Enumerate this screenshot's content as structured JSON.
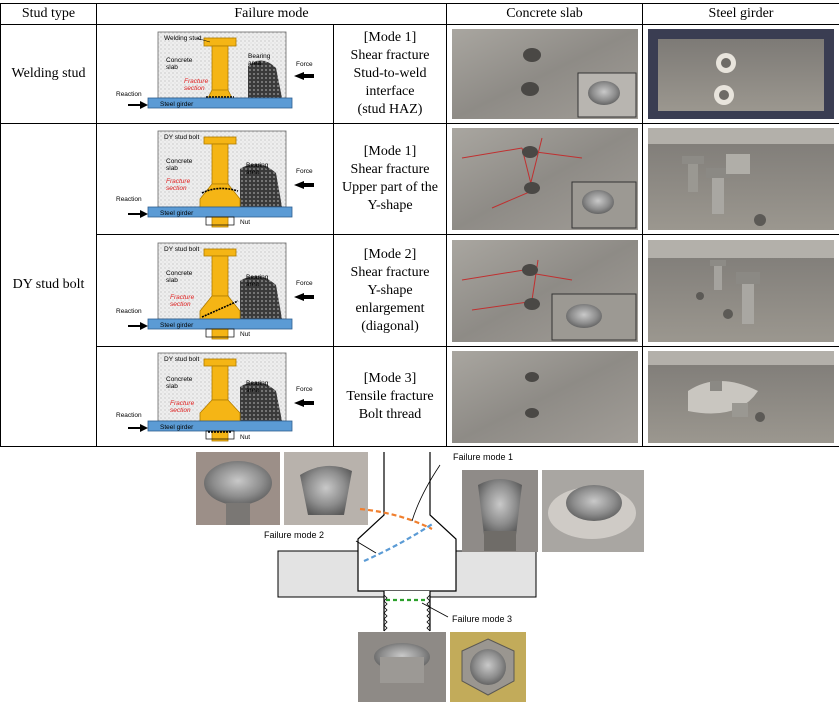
{
  "headers": [
    "Stud type",
    "Failure mode",
    "Concrete slab",
    "Steel girder"
  ],
  "stud_types": {
    "welding": "Welding stud",
    "dy": "DY stud bolt"
  },
  "diagram_labels": {
    "welding_stud": "Welding stud",
    "dy_stud_bolt": "DY stud bolt",
    "concrete_slab_1": "Concrete",
    "concrete_slab_2": "slab",
    "bearing_1": "Bearing",
    "bearing_2": "area",
    "force": "Force",
    "reaction": "Reaction",
    "fracture_1": "Fracture",
    "fracture_2": "section",
    "steel_girder": "Steel girder",
    "nut": "Nut"
  },
  "rows": [
    {
      "mode_lines": [
        "[Mode 1]",
        "Shear fracture",
        "Stud-to-weld",
        "interface",
        "(stud HAZ)"
      ]
    },
    {
      "mode_lines": [
        "[Mode 1]",
        "Shear fracture",
        "Upper part of the",
        "Y-shape"
      ]
    },
    {
      "mode_lines": [
        "[Mode 2]",
        "Shear fracture",
        "Y-shape",
        "enlargement",
        "(diagonal)"
      ]
    },
    {
      "mode_lines": [
        "[Mode 3]",
        "Tensile fracture",
        "Bolt thread"
      ]
    }
  ],
  "bottom_labels": {
    "mode1": "Failure mode 1",
    "mode2": "Failure mode 2",
    "mode3": "Failure mode 3"
  },
  "colors": {
    "stud": "#f5b515",
    "girder": "#5b9bd5",
    "concrete": "#e3e3e3",
    "fracture_text": "#e02020",
    "mode1": "#f07f2e",
    "mode2": "#5b9bd5",
    "mode3": "#2ca02c"
  }
}
